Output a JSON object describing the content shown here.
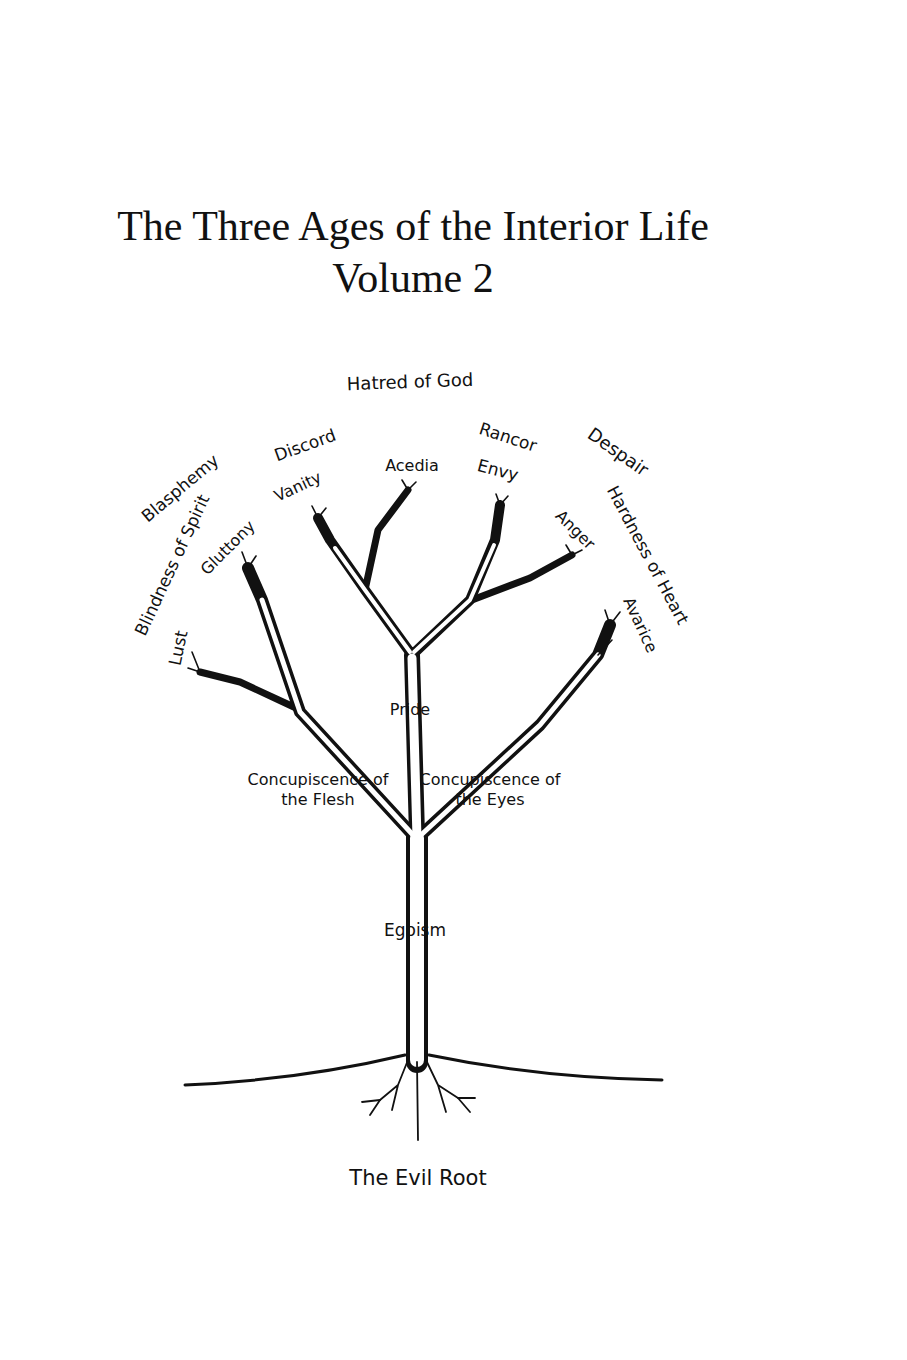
{
  "diagram": {
    "title": "The Three Ages of the Interior Life Volume 2",
    "labels": [
      "Hatred of God",
      "Discord",
      "Rancor",
      "Despair",
      "Blasphemy",
      "Vanity",
      "Acedia",
      "Envy",
      "Hardness of Heart",
      "Blindness of Spirit",
      "Gluttony",
      "Anger",
      "Avarice",
      "Lust",
      "Pride",
      "Concupiscence of the Flesh",
      "Concupiscence of the Eyes",
      "Egoism",
      "The Evil Root"
    ]
  }
}
